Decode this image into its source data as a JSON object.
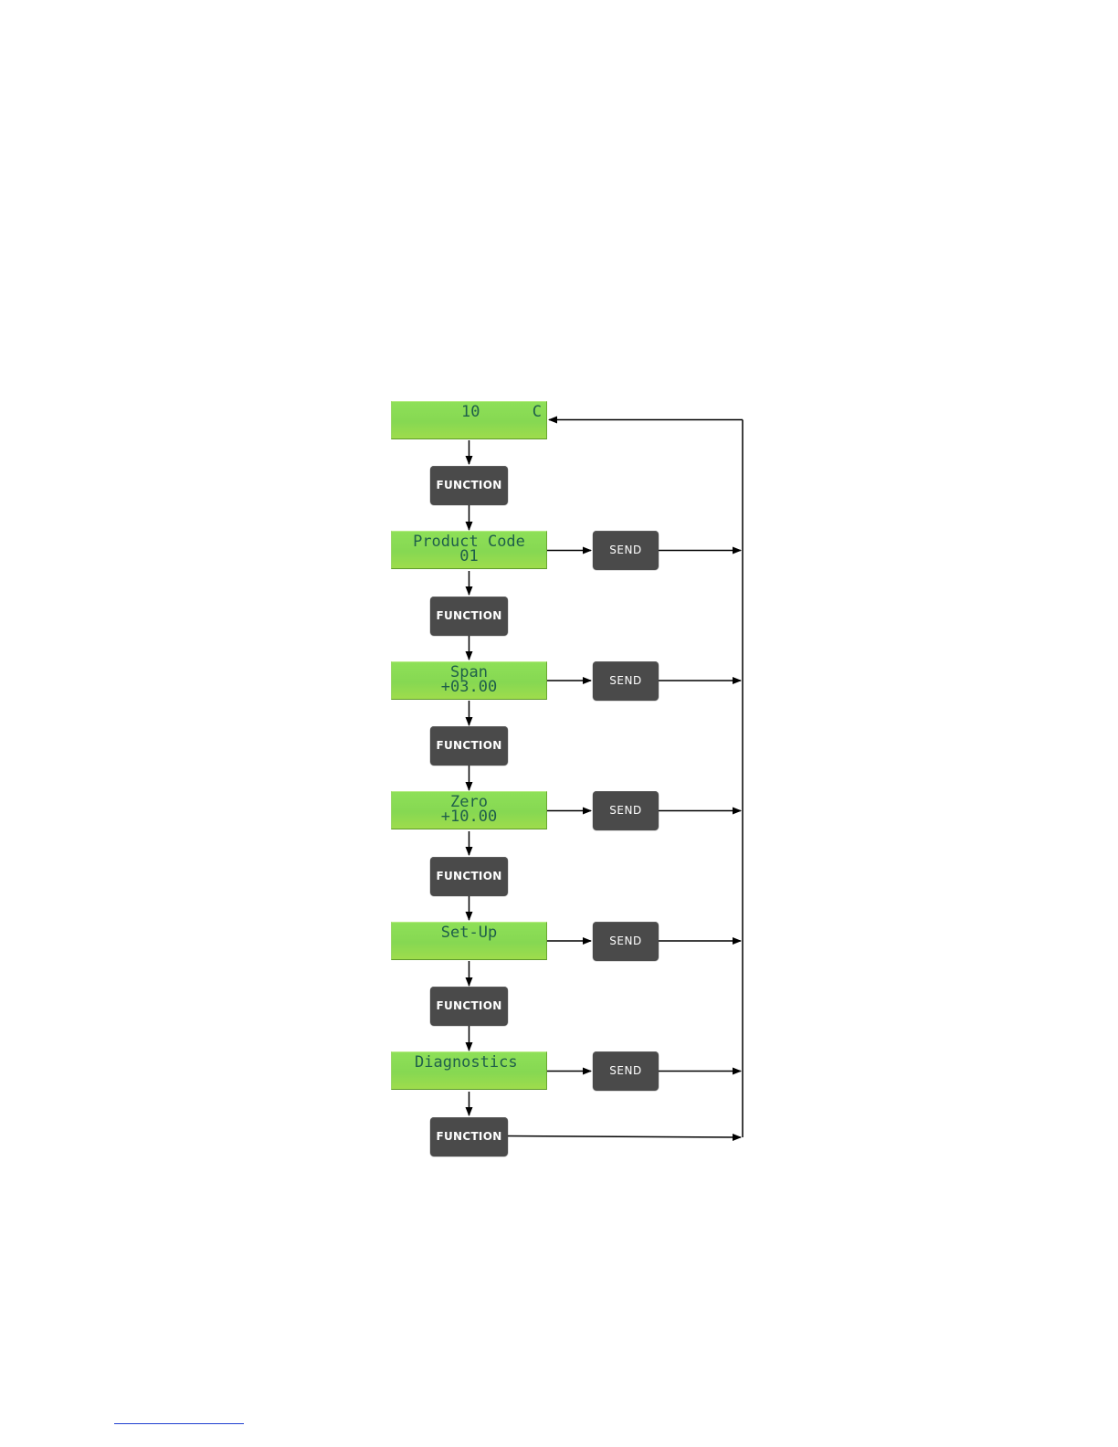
{
  "menu_flow": {
    "home_display": {
      "line1": "10",
      "line2": "C"
    },
    "function_key_label": "FUNCTION",
    "send_key_label": "SEND",
    "screens": [
      {
        "line1": "Product Code",
        "line2": "01"
      },
      {
        "line1": "Span",
        "line2": "+03.00"
      },
      {
        "line1": "Zero",
        "line2": "+10.00"
      },
      {
        "line1": "Set-Up",
        "line2": ""
      },
      {
        "line1": "Diagnostics",
        "line2": ""
      }
    ]
  },
  "colors": {
    "lcd_background": "#86d852",
    "lcd_text": "#1f5f4a",
    "key_background": "#4a4a4a",
    "key_text": "#ffffff",
    "connector": "#000000"
  }
}
